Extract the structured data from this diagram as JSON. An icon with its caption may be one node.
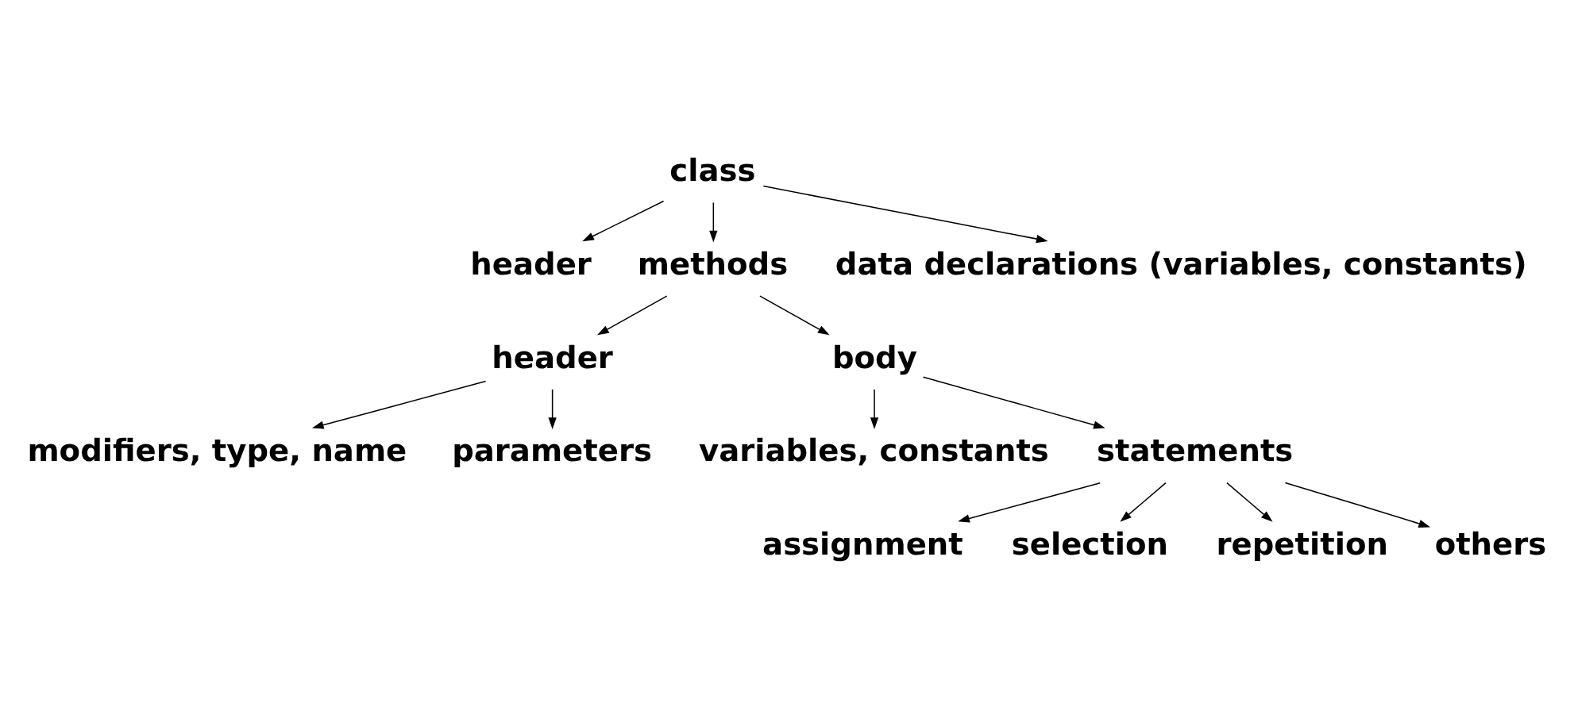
{
  "diagram": {
    "nodes": [
      {
        "text": [
          "class"
        ]
      },
      {
        "text": [
          "header"
        ]
      },
      {
        "text": [
          "methods"
        ]
      },
      {
        "text": [
          "data declarations (variables, constants)"
        ]
      },
      {
        "text": [
          "header"
        ]
      },
      {
        "text": [
          "body"
        ]
      },
      {
        "text": [
          "modifiers, type, name"
        ]
      },
      {
        "text": [
          "parameters"
        ]
      },
      {
        "text": [
          "variables, constants"
        ]
      },
      {
        "text": [
          "statements"
        ]
      },
      {
        "text": [
          "assignment"
        ]
      },
      {
        "text": [
          "selection"
        ]
      },
      {
        "text": [
          "repetition"
        ]
      },
      {
        "text": [
          "others"
        ]
      }
    ],
    "edges": [
      {
        "from": 0,
        "to": 1,
        "arrow": "to"
      },
      {
        "from": 0,
        "to": 2,
        "arrow": "to"
      },
      {
        "from": 0,
        "to": 3,
        "arrow": "to"
      },
      {
        "from": 2,
        "to": 4,
        "arrow": "to"
      },
      {
        "from": 2,
        "to": 5,
        "arrow": "to"
      },
      {
        "from": 4,
        "to": 6,
        "arrow": "to"
      },
      {
        "from": 4,
        "to": 7,
        "arrow": "to"
      },
      {
        "from": 5,
        "to": 8,
        "arrow": "to"
      },
      {
        "from": 5,
        "to": 9,
        "arrow": "to"
      },
      {
        "from": 9,
        "to": 10,
        "arrow": "to"
      },
      {
        "from": 9,
        "to": 11,
        "arrow": "to"
      },
      {
        "from": 9,
        "to": 12,
        "arrow": "to"
      },
      {
        "from": 9,
        "to": 13,
        "arrow": "to"
      }
    ]
  }
}
